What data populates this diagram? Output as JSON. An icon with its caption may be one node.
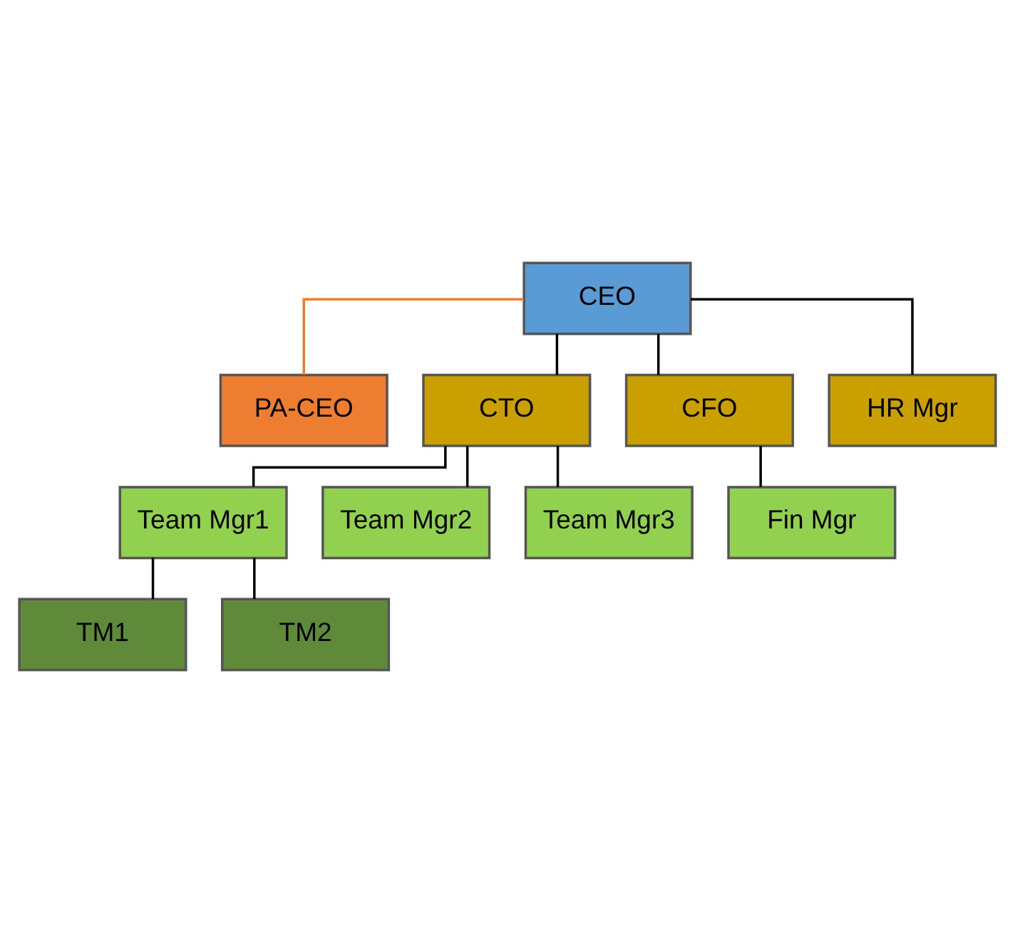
{
  "diagram": {
    "nodes": [
      {
        "text": [
          "CEO"
        ]
      },
      {
        "text": [
          "PA-CEO"
        ]
      },
      {
        "text": [
          "CTO"
        ]
      },
      {
        "text": [
          "CFO"
        ]
      },
      {
        "text": [
          "HR Mgr"
        ]
      },
      {
        "text": [
          "Team Mgr1"
        ]
      },
      {
        "text": [
          "Team Mgr2"
        ]
      },
      {
        "text": [
          "Team Mgr3"
        ]
      },
      {
        "text": [
          "Fin Mgr"
        ]
      },
      {
        "text": [
          "TM1"
        ]
      },
      {
        "text": [
          "TM2"
        ]
      }
    ],
    "edges": [
      {
        "from": 0,
        "to": 1,
        "arrow": "none",
        "color": "#ed7d31"
      },
      {
        "from": 0,
        "to": 2,
        "arrow": "none"
      },
      {
        "from": 0,
        "to": 3,
        "arrow": "none"
      },
      {
        "from": 0,
        "to": 4,
        "arrow": "none"
      },
      {
        "from": 2,
        "to": 5,
        "arrow": "none"
      },
      {
        "from": 2,
        "to": 6,
        "arrow": "none"
      },
      {
        "from": 2,
        "to": 7,
        "arrow": "none"
      },
      {
        "from": 3,
        "to": 8,
        "arrow": "none"
      },
      {
        "from": 5,
        "to": 9,
        "arrow": "none"
      },
      {
        "from": 5,
        "to": 10,
        "arrow": "none"
      }
    ]
  }
}
